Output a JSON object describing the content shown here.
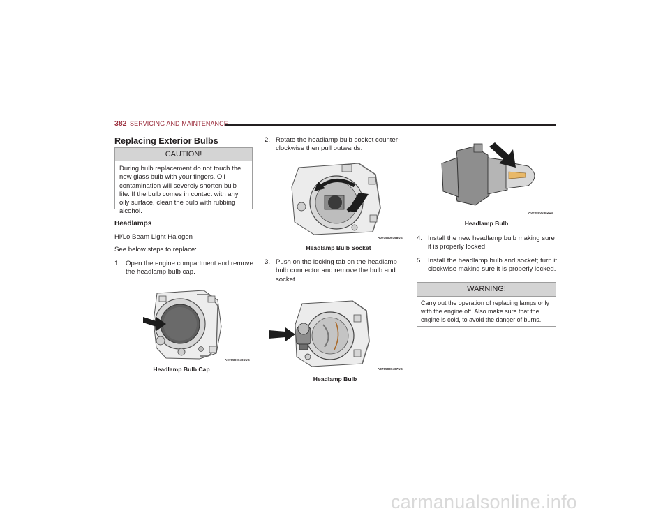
{
  "header": {
    "page_number": "382",
    "section": "SERVICING AND MAINTENANCE"
  },
  "heading": "Replacing Exterior Bulbs",
  "caution": {
    "title": "CAUTION!",
    "text": "During bulb replacement do not touch the new glass bulb with your fingers. Oil contamination will severely shorten bulb life. If the bulb comes in contact with any oily surface, clean the bulb with rubbing alcohol."
  },
  "subheading": "Headlamps",
  "intro": [
    "Hi/Lo Beam Light Halogen",
    "See below steps to replace:"
  ],
  "steps": [
    {
      "num": "1.",
      "text": "Open the engine compartment and remove the headlamp bulb cap."
    },
    {
      "num": "2.",
      "text": "Rotate the headlamp bulb socket counter-clockwise then pull outwards."
    },
    {
      "num": "3.",
      "text": "Push on the locking tab on the headlamp bulb connector and remove the bulb and socket."
    },
    {
      "num": "4.",
      "text": "Install the new headlamp bulb making sure it is properly locked."
    },
    {
      "num": "5.",
      "text": "Install the headlamp bulb and socket; turn it clockwise making sure it is properly locked."
    }
  ],
  "figures": [
    {
      "caption": "Headlamp Bulb Cap",
      "code": "A0705000405US"
    },
    {
      "caption": "Headlamp Bulb Socket",
      "code": "A0705000398US"
    },
    {
      "caption": "Headlamp Bulb",
      "code": "A0705000407US"
    },
    {
      "caption": "Headlamp Bulb",
      "code": "A0705000382US"
    }
  ],
  "warning": {
    "title": "WARNING!",
    "text": "Carry out the operation of replacing lamps only with the engine off. Also make sure that the engine is cold, to avoid the danger of burns."
  },
  "watermark": "carmanualsonline.info"
}
